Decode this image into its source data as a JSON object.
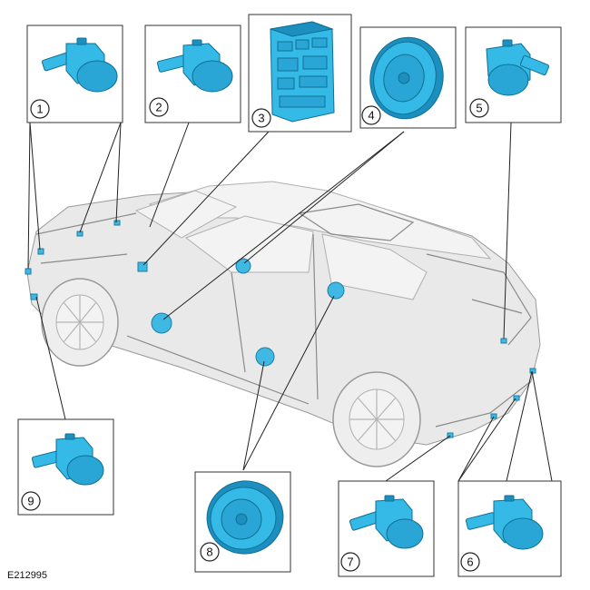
{
  "figure_id": "E212995",
  "callouts": {
    "c1": "1",
    "c2": "2",
    "c3": "3",
    "c4": "4",
    "c5": "5",
    "c6": "6",
    "c7": "7",
    "c8": "8",
    "c9": "9"
  },
  "colors": {
    "component": "#35b9e6",
    "component_outline": "#0f6f94",
    "vehicle_ghost": "#e9e9e9"
  }
}
